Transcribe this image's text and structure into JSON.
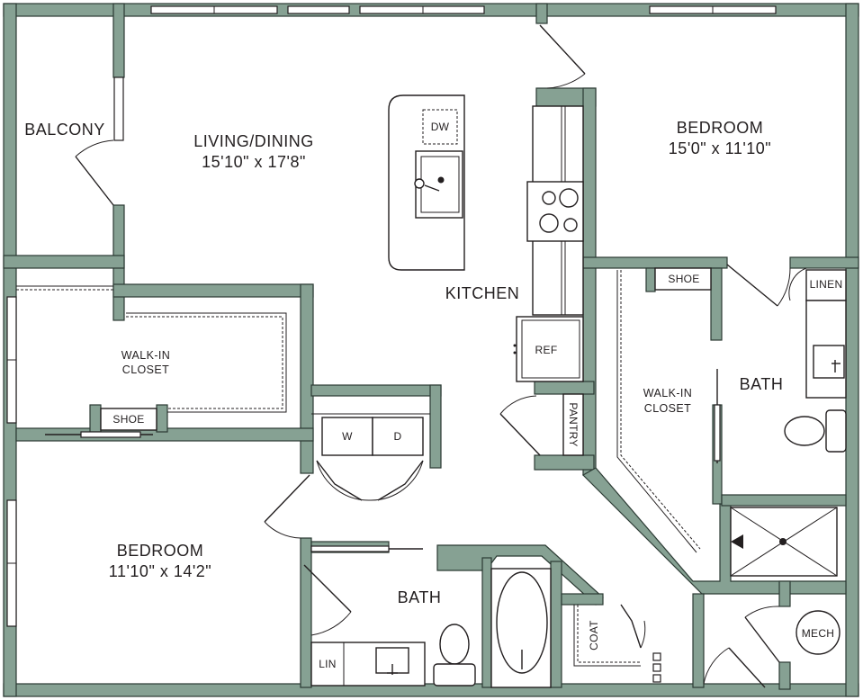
{
  "rooms": {
    "balcony": "BALCONY",
    "living_name": "LIVING/DINING",
    "living_dim": "15'10\" x 17'8\"",
    "kitchen": "KITCHEN",
    "bedroom1_name": "BEDROOM",
    "bedroom1_dim": "15'0\" x 11'10\"",
    "bedroom2_name": "BEDROOM",
    "bedroom2_dim": "11'10\" x 14'2\"",
    "bath1": "BATH",
    "bath2": "BATH",
    "walkin1_line1": "WALK-IN",
    "walkin1_line2": "CLOSET",
    "walkin2_line1": "WALK-IN",
    "walkin2_line2": "CLOSET"
  },
  "fixtures": {
    "dw": "DW",
    "ref": "REF",
    "pantry": "PANTRY",
    "shoe_right": "SHOE",
    "shoe_left": "SHOE",
    "linen": "LINEN",
    "washer": "W",
    "dryer": "D",
    "coat": "COAT",
    "mech": "MECH",
    "lin": "LIN"
  },
  "colors": {
    "wall": "#86a193",
    "outline": "#231f20",
    "background": "#ffffff"
  }
}
